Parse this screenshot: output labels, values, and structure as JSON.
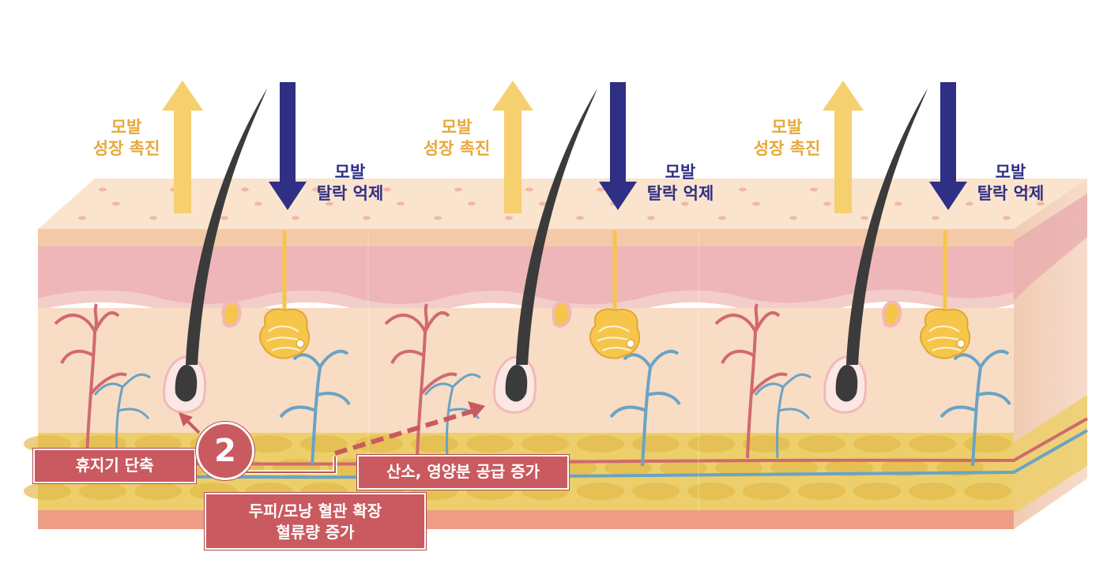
{
  "panels": [
    {
      "growth_label_lines": [
        "모발",
        "성장 촉진"
      ],
      "loss_label_lines": [
        "모발",
        "탈락 억제"
      ]
    },
    {
      "growth_label_lines": [
        "모발",
        "성장 촉진"
      ],
      "loss_label_lines": [
        "모발",
        "탈락 억제"
      ]
    },
    {
      "growth_label_lines": [
        "모발",
        "성장 촉진"
      ],
      "loss_label_lines": [
        "모발",
        "탈락 억제"
      ]
    }
  ],
  "step_number": "2",
  "callouts": {
    "rest_phase": "휴지기 단축",
    "oxygen_supply": "산소, 영양분 공급 증가",
    "vessel_lines": [
      "두피/모낭 혈관 확장",
      "혈류량 증가"
    ]
  },
  "colors": {
    "growth_arrow": "#f6cf6e",
    "loss_arrow": "#2f2f86",
    "callout_box": "#c95a5f",
    "hair": "#3b3b3b",
    "skin": "#f9dcc4",
    "dermis": "#eeb6b8",
    "fat": "#eccf6a",
    "artery": "#d06a6e",
    "vein": "#6aa3c4"
  }
}
